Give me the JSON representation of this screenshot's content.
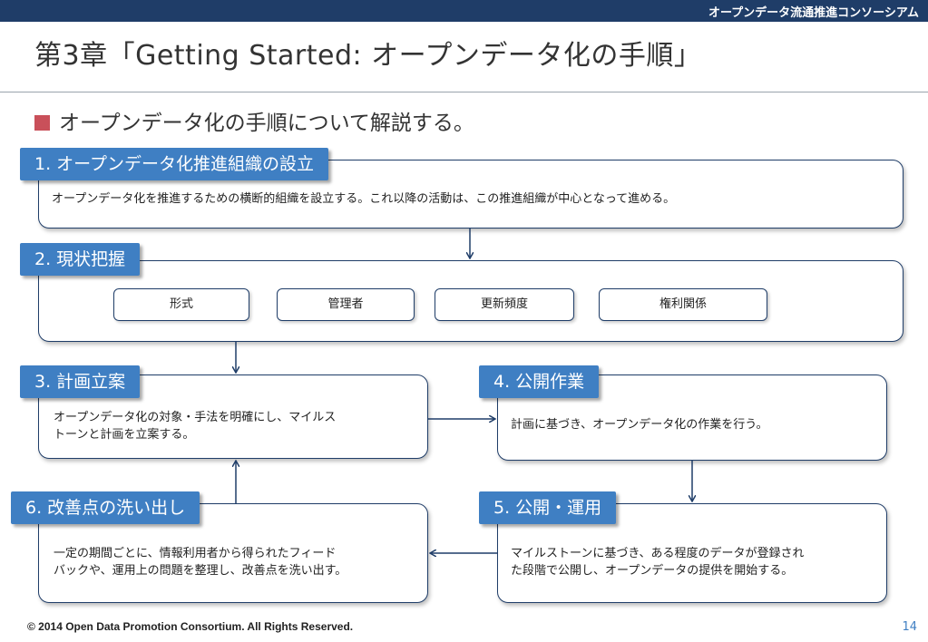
{
  "header": {
    "org_name": "オープンデータ流通推進コンソーシアム"
  },
  "page_title": "第3章「Getting Started: オープンデータ化の手順」",
  "subheading": "オープンデータ化の手順について解説する。",
  "steps": [
    {
      "label": "1. オープンデータ化推進組織の設立",
      "desc_lines": [
        "オープンデータ化を推進するための横断的組織を設立する。これ以降の活動は、この推進組織が中心となって進める。"
      ]
    },
    {
      "label": "2. 現状把握",
      "items": [
        "形式",
        "管理者",
        "更新頻度",
        "権利関係"
      ]
    },
    {
      "label": "3. 計画立案",
      "desc_lines": [
        "オープンデータ化の対象・手法を明確にし、マイルス",
        "トーンと計画を立案する。"
      ]
    },
    {
      "label": "4. 公開作業",
      "desc_lines": [
        "計画に基づき、オープンデータ化の作業を行う。"
      ]
    },
    {
      "label": "5. 公開・運用",
      "desc_lines": [
        "マイルストーンに基づき、ある程度のデータが登録され",
        "た段階で公開し、オープンデータの提供を開始する。"
      ]
    },
    {
      "label": "6. 改善点の洗い出し",
      "desc_lines": [
        "一定の期間ごとに、情報利用者から得られたフィード",
        "バックや、運用上の問題を整理し、改善点を洗い出す。"
      ]
    }
  ],
  "footer": {
    "copyright": "© 2014 Open Data Promotion Consortium. All Rights Reserved.",
    "page_number": "14"
  },
  "colors": {
    "header_bar": "#1f3d68",
    "label_blue": "#3f7fc3",
    "bullet_red": "#c9505a",
    "border": "#1f3d68"
  }
}
